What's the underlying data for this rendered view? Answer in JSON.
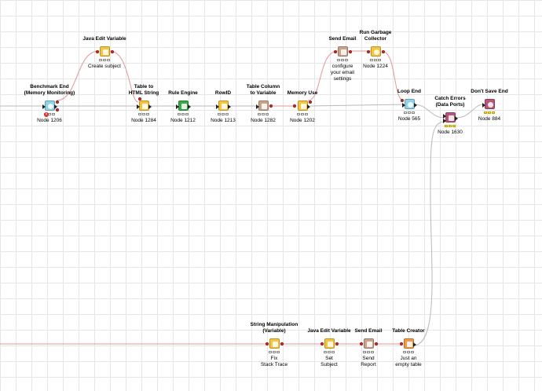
{
  "workflow": {
    "colors": {
      "flow_variable": "#e39595",
      "data_connection": "#c6c6c6",
      "manipulator": "#f7c53a",
      "learner_green": "#3aa848",
      "loop_blue": "#8fd3e6",
      "flow_control_pink": "#b7557a",
      "source_orange": "#f29849",
      "other_tan": "#c9a48c"
    },
    "nodes": [
      {
        "id": "benchmark_end",
        "title": [
          "Benchmark End",
          "(Memory Monitoring)"
        ],
        "label": [
          "Node 1206"
        ],
        "icon": "stopwatch-icon",
        "color": "#8fd3e6"
      },
      {
        "id": "java_edit_var_top",
        "title": [
          "Java Edit Variable"
        ],
        "label": [
          "Create subject"
        ],
        "icon": "java-snippet-icon",
        "color": "#f7c53a"
      },
      {
        "id": "table_to_html",
        "title": [
          "Table to",
          "HTML String"
        ],
        "label": [
          "Node 1284"
        ],
        "icon": "table-convert-icon",
        "color": "#f7c53a"
      },
      {
        "id": "rule_engine",
        "title": [
          "Rule Engine"
        ],
        "label": [
          "Node 1212"
        ],
        "icon": "rule-icon",
        "color": "#3aa848"
      },
      {
        "id": "rowid",
        "title": [
          "RowID"
        ],
        "label": [
          "Node 1213"
        ],
        "icon": "rowid-icon",
        "color": "#f7c53a"
      },
      {
        "id": "table_col_to_var",
        "title": [
          "Table Column",
          "to Variable"
        ],
        "label": [
          "Node 1282"
        ],
        "icon": "column-variable-icon",
        "color": "#c9a48c"
      },
      {
        "id": "memory_use",
        "title": [
          "Memory Use"
        ],
        "label": [
          "Node 1202"
        ],
        "icon": "memory-icon",
        "color": "#f7c53a"
      },
      {
        "id": "send_email_top",
        "title": [
          "Send Email"
        ],
        "label": [
          "configure",
          "your email",
          "settings"
        ],
        "icon": "email-icon",
        "color": "#c9a48c"
      },
      {
        "id": "run_gc",
        "title": [
          "Run Garbage",
          "Collector"
        ],
        "label": [
          "Node 1224"
        ],
        "icon": "garbage-collector-icon",
        "color": "#f7c53a"
      },
      {
        "id": "loop_end",
        "title": [
          "Loop End"
        ],
        "label": [
          "Node 565"
        ],
        "icon": "loop-end-icon",
        "color": "#8fd3e6"
      },
      {
        "id": "catch_errors",
        "title": [
          "Catch Errors",
          "(Data Ports)"
        ],
        "label": [
          "Node 1630"
        ],
        "icon": "catch-errors-icon",
        "color": "#b7557a"
      },
      {
        "id": "dont_save_end",
        "title": [
          "Don't Save End"
        ],
        "label": [
          "Node 884"
        ],
        "icon": "dont-save-icon",
        "color": "#b7557a"
      },
      {
        "id": "string_manip",
        "title": [
          "String Manipulation",
          "(Variable)"
        ],
        "label": [
          "Fix",
          "Stack Trace"
        ],
        "icon": "string-manipulation-icon",
        "color": "#f7c53a"
      },
      {
        "id": "java_edit_var_bottom",
        "title": [
          "Java Edit Variable"
        ],
        "label": [
          "Set",
          "Subject"
        ],
        "icon": "java-snippet-icon",
        "color": "#f7c53a"
      },
      {
        "id": "send_email_bottom",
        "title": [
          "Send Email"
        ],
        "label": [
          "Send",
          "Report"
        ],
        "icon": "email-icon",
        "color": "#c9a48c"
      },
      {
        "id": "table_creator",
        "title": [
          "Table Creator"
        ],
        "label": [
          "Just an",
          "empty table"
        ],
        "icon": "table-creator-icon",
        "color": "#f29849"
      }
    ]
  }
}
